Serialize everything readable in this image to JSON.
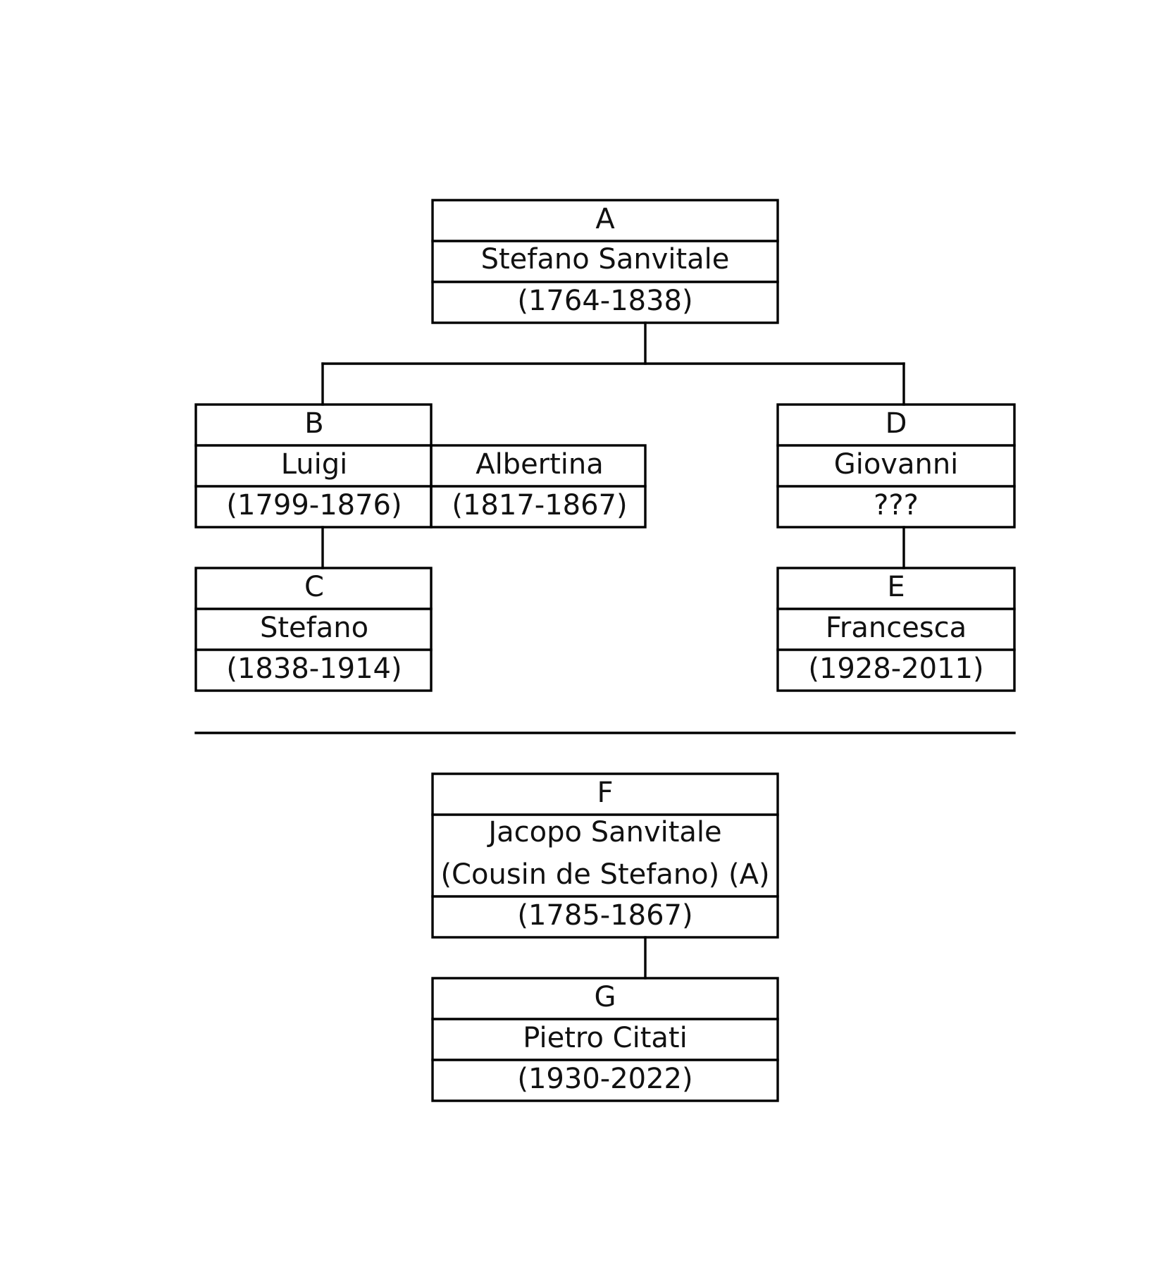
{
  "persons": [
    {
      "id": "A",
      "letter": "A",
      "name": "Stefano Sanvitale",
      "dates": "(1764-1838)"
    },
    {
      "id": "B",
      "letter": "B",
      "name": "Luigi",
      "dates": "(1799-1876)"
    },
    {
      "id": "B_spouse",
      "letter": "",
      "name": "Albertina",
      "dates": "(1817-1867)"
    },
    {
      "id": "C",
      "letter": "C",
      "name": "Stefano",
      "dates": "(1838-1914)"
    },
    {
      "id": "D",
      "letter": "D",
      "name": "Giovanni",
      "dates": "???"
    },
    {
      "id": "E",
      "letter": "E",
      "name": "Francesca",
      "dates": "(1928-2011)"
    },
    {
      "id": "F",
      "letter": "F",
      "name_line1": "Jacopo Sanvitale",
      "name_line2": "(Cousin de Stefano) (A)",
      "dates": "(1785-1867)"
    },
    {
      "id": "G",
      "letter": "G",
      "name": "Pietro Citati",
      "dates": "(1930-2022)"
    }
  ],
  "relations": [
    {
      "parent": "A",
      "child": "B"
    },
    {
      "parent": "A",
      "child": "D"
    },
    {
      "parent": "B",
      "child": "C"
    },
    {
      "parent": "D",
      "child": "E"
    },
    {
      "parent": "F",
      "child": "G"
    },
    {
      "spouse_of": "B",
      "spouse": "B_spouse"
    }
  ]
}
